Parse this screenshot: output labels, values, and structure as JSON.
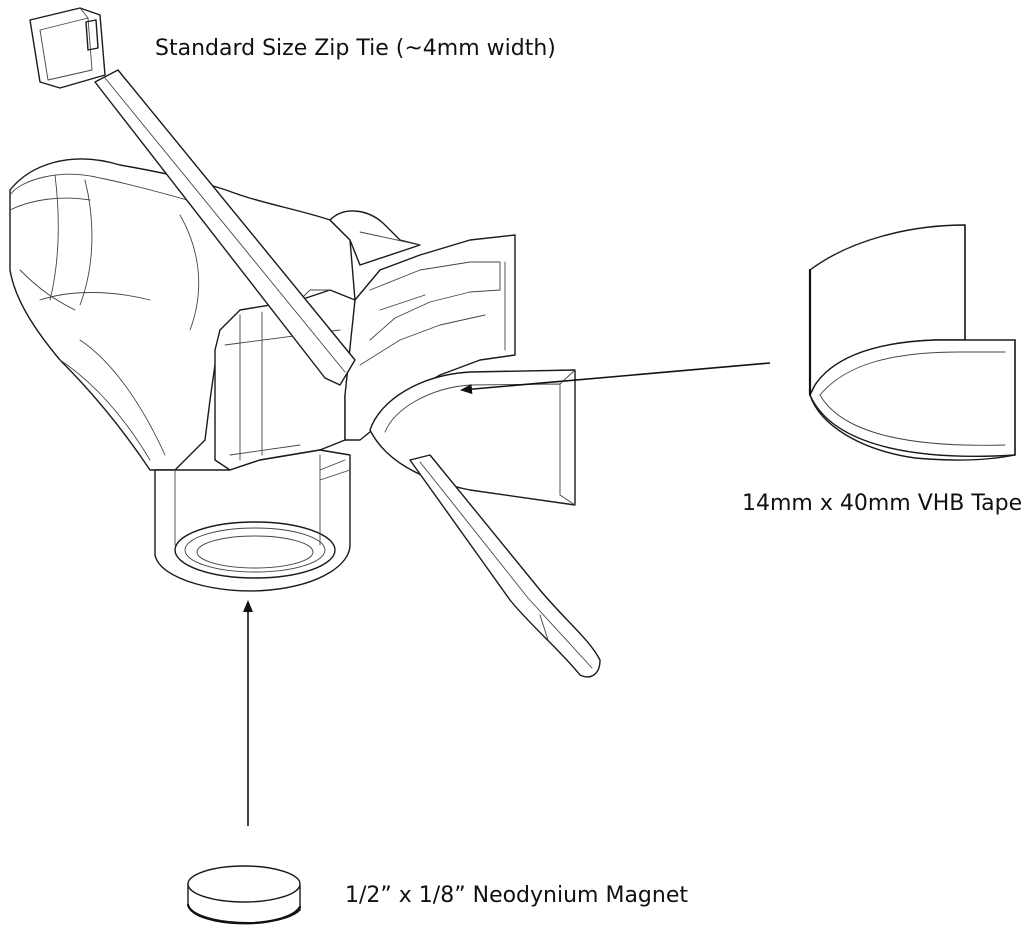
{
  "labels": {
    "zip_tie": "Standard Size Zip Tie (~4mm width)",
    "vhb_tape": "14mm x 40mm VHB Tape",
    "magnet": "1/2” x 1/8” Neodynium Magnet"
  },
  "colors": {
    "line": "#1a1a1a",
    "background": "#ffffff"
  }
}
